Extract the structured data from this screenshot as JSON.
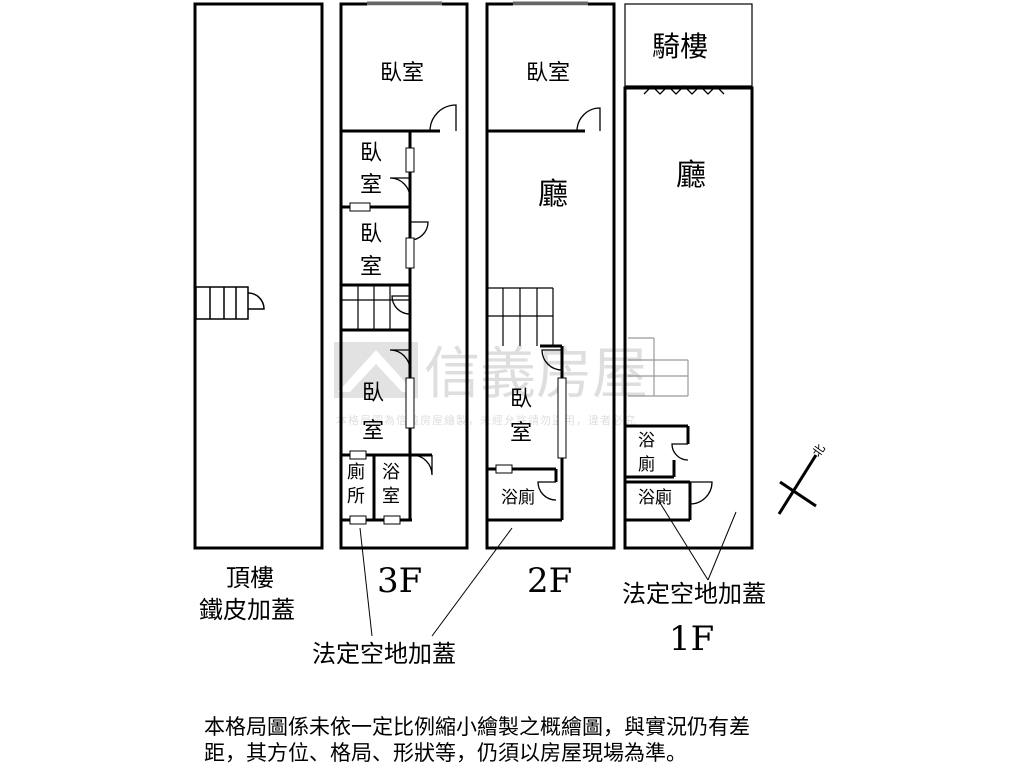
{
  "watermark": {
    "brand": "信義房屋",
    "notice": "本格局圖為信義房屋繪製，未經允許請勿盜用，違者必究"
  },
  "roof": {
    "label_1": "頂樓",
    "label_2": "鐵皮加蓋"
  },
  "floor3": {
    "label": "3F",
    "rooms": [
      "臥室",
      "臥",
      "室",
      "臥",
      "室",
      "臥",
      "室",
      "廁",
      "所",
      "浴",
      "室"
    ]
  },
  "floor2": {
    "label": "2F",
    "rooms": [
      "臥室",
      "廳",
      "臥",
      "室",
      "浴廁"
    ]
  },
  "floor1": {
    "label": "1F",
    "arcade": "騎樓",
    "rooms": [
      "廳",
      "浴",
      "廁",
      "浴廁"
    ]
  },
  "annotations": {
    "legal_open_space": "法定空地加蓋"
  },
  "compass": {
    "north": "北"
  },
  "disclaimer": {
    "line_1": "本格局圖係未依一定比例縮小繪製之概繪圖，與實況仍有差",
    "line_2": "距，其方位、格局、形狀等，仍須以房屋現場為準。"
  }
}
